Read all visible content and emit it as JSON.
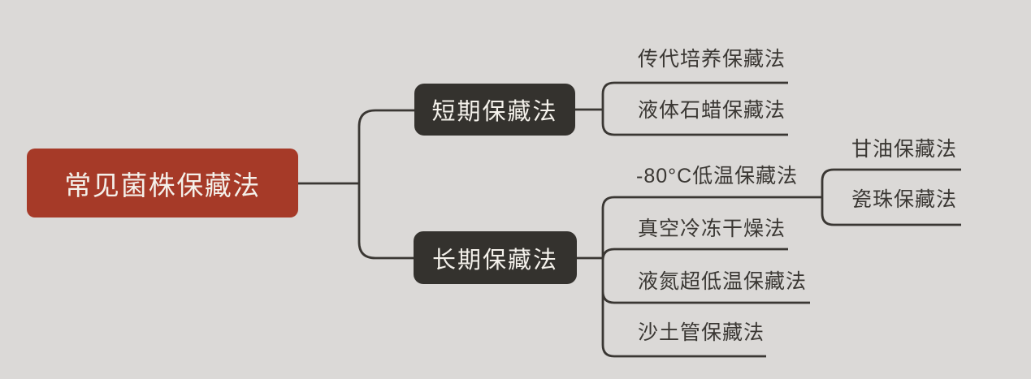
{
  "canvas": {
    "background": "#dbd9d7"
  },
  "root": {
    "label": "常见菌株保藏法",
    "bg": "#a63a28",
    "text_color": "#f4f0ea"
  },
  "branches": [
    {
      "label": "短期保藏法",
      "bg": "#34322e",
      "text_color": "#f4f1eb",
      "children": [
        {
          "label": "传代培养保藏法"
        },
        {
          "label": "液体石蜡保藏法"
        }
      ]
    },
    {
      "label": "长期保藏法",
      "bg": "#34322e",
      "text_color": "#f4f1eb",
      "children": [
        {
          "label": "-80°C低温保藏法",
          "children": [
            {
              "label": "甘油保藏法"
            },
            {
              "label": "瓷珠保藏法"
            }
          ]
        },
        {
          "label": "真空冷冻干燥法"
        },
        {
          "label": "液氮超低温保藏法"
        },
        {
          "label": "沙土管保藏法"
        }
      ]
    }
  ],
  "line_color": "#3a3733"
}
